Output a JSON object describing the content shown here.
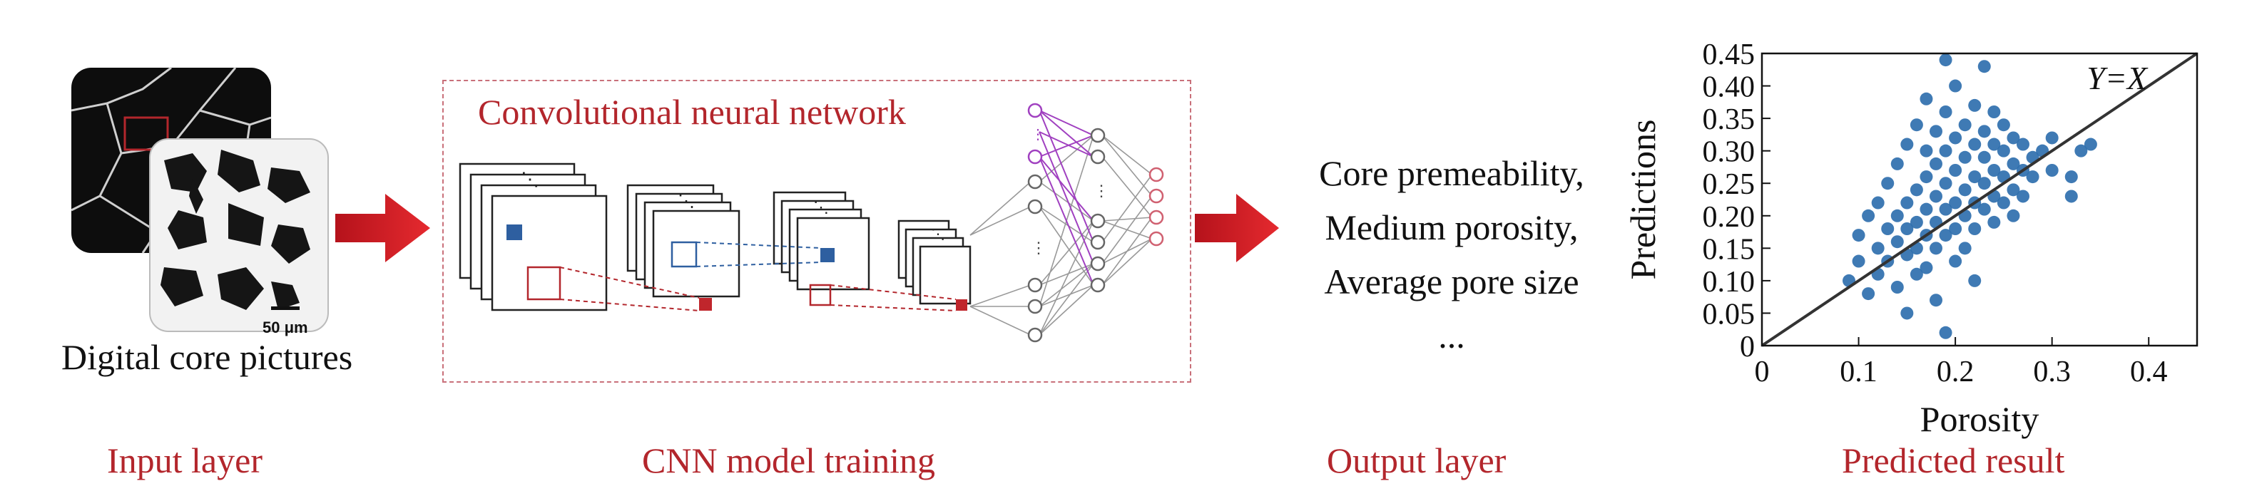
{
  "input": {
    "caption": "Digital core pictures",
    "scale_bar": "50 μm",
    "layer_label": "Input layer"
  },
  "cnn": {
    "box_title": "Convolutional neural network",
    "layer_label": "CNN model training"
  },
  "output": {
    "lines": [
      "Core premeability,",
      "Medium porosity,",
      "Average pore size",
      "..."
    ],
    "layer_label": "Output layer"
  },
  "result": {
    "layer_label": "Predicted result"
  },
  "colors": {
    "accent_red": "#b3262c",
    "arrow_red": "#d91f26",
    "marker_blue": "#2e5fa0",
    "purple": "#a040c0",
    "pink": "#d06070"
  },
  "chart_data": {
    "type": "scatter",
    "xlabel": "Porosity",
    "ylabel": "Predictions",
    "xlim": [
      0,
      0.45
    ],
    "ylim": [
      0,
      0.45
    ],
    "x_ticks": [
      "0",
      "0.1",
      "0.2",
      "0.3",
      "0.4"
    ],
    "y_ticks": [
      "0",
      "0.05",
      "0.10",
      "0.15",
      "0.20",
      "0.25",
      "0.30",
      "0.35",
      "0.40",
      "0.45"
    ],
    "reference_line": "Y=X",
    "series": [
      {
        "points": [
          [
            0.09,
            0.1
          ],
          [
            0.1,
            0.13
          ],
          [
            0.1,
            0.17
          ],
          [
            0.11,
            0.08
          ],
          [
            0.11,
            0.2
          ],
          [
            0.12,
            0.15
          ],
          [
            0.12,
            0.11
          ],
          [
            0.12,
            0.22
          ],
          [
            0.13,
            0.18
          ],
          [
            0.13,
            0.13
          ],
          [
            0.13,
            0.25
          ],
          [
            0.14,
            0.2
          ],
          [
            0.14,
            0.16
          ],
          [
            0.14,
            0.09
          ],
          [
            0.14,
            0.28
          ],
          [
            0.15,
            0.22
          ],
          [
            0.15,
            0.18
          ],
          [
            0.15,
            0.14
          ],
          [
            0.15,
            0.31
          ],
          [
            0.15,
            0.05
          ],
          [
            0.16,
            0.24
          ],
          [
            0.16,
            0.19
          ],
          [
            0.16,
            0.15
          ],
          [
            0.16,
            0.34
          ],
          [
            0.16,
            0.11
          ],
          [
            0.17,
            0.21
          ],
          [
            0.17,
            0.26
          ],
          [
            0.17,
            0.17
          ],
          [
            0.17,
            0.3
          ],
          [
            0.17,
            0.12
          ],
          [
            0.17,
            0.38
          ],
          [
            0.18,
            0.23
          ],
          [
            0.18,
            0.19
          ],
          [
            0.18,
            0.28
          ],
          [
            0.18,
            0.15
          ],
          [
            0.18,
            0.33
          ],
          [
            0.18,
            0.07
          ],
          [
            0.19,
            0.25
          ],
          [
            0.19,
            0.21
          ],
          [
            0.19,
            0.3
          ],
          [
            0.19,
            0.17
          ],
          [
            0.19,
            0.36
          ],
          [
            0.19,
            0.44
          ],
          [
            0.19,
            0.02
          ],
          [
            0.2,
            0.22
          ],
          [
            0.2,
            0.27
          ],
          [
            0.2,
            0.18
          ],
          [
            0.2,
            0.32
          ],
          [
            0.2,
            0.13
          ],
          [
            0.2,
            0.4
          ],
          [
            0.21,
            0.24
          ],
          [
            0.21,
            0.29
          ],
          [
            0.21,
            0.2
          ],
          [
            0.21,
            0.34
          ],
          [
            0.21,
            0.15
          ],
          [
            0.22,
            0.26
          ],
          [
            0.22,
            0.22
          ],
          [
            0.22,
            0.31
          ],
          [
            0.22,
            0.18
          ],
          [
            0.22,
            0.37
          ],
          [
            0.22,
            0.1
          ],
          [
            0.23,
            0.25
          ],
          [
            0.23,
            0.29
          ],
          [
            0.23,
            0.21
          ],
          [
            0.23,
            0.33
          ],
          [
            0.23,
            0.43
          ],
          [
            0.24,
            0.27
          ],
          [
            0.24,
            0.23
          ],
          [
            0.24,
            0.31
          ],
          [
            0.24,
            0.19
          ],
          [
            0.24,
            0.36
          ],
          [
            0.25,
            0.26
          ],
          [
            0.25,
            0.3
          ],
          [
            0.25,
            0.22
          ],
          [
            0.25,
            0.34
          ],
          [
            0.26,
            0.28
          ],
          [
            0.26,
            0.24
          ],
          [
            0.26,
            0.32
          ],
          [
            0.26,
            0.2
          ],
          [
            0.27,
            0.27
          ],
          [
            0.27,
            0.31
          ],
          [
            0.27,
            0.23
          ],
          [
            0.28,
            0.29
          ],
          [
            0.28,
            0.26
          ],
          [
            0.29,
            0.3
          ],
          [
            0.3,
            0.32
          ],
          [
            0.3,
            0.27
          ],
          [
            0.32,
            0.26
          ],
          [
            0.32,
            0.23
          ],
          [
            0.33,
            0.3
          ],
          [
            0.34,
            0.31
          ]
        ]
      }
    ]
  }
}
